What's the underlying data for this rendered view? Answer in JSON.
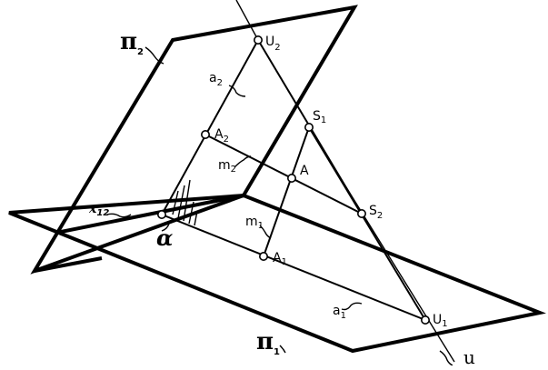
{
  "figure": {
    "labels": {
      "pi2_base": "π",
      "pi2_sub": "2",
      "pi1_base": "π",
      "pi1_sub": "1",
      "x12_base": "x",
      "x12_sub": "12",
      "alpha": "α",
      "u": "u",
      "a2_base": "a",
      "a2_sub": "2",
      "a1_base": "a",
      "a1_sub": "1",
      "m2_base": "m",
      "m2_sub": "2",
      "m1_base": "m",
      "m1_sub": "1",
      "A": "A",
      "A2_base": "A",
      "A2_sub": "2",
      "A1_base": "A",
      "A1_sub": "1",
      "U2_base": "U",
      "U2_sub": "2",
      "U1_base": "U",
      "U1_sub": "1",
      "S1_base": "S",
      "S1_sub": "1",
      "S2_base": "S",
      "S2_sub": "2"
    },
    "colors": {
      "ink": "#000000",
      "background": "#ffffff"
    }
  }
}
